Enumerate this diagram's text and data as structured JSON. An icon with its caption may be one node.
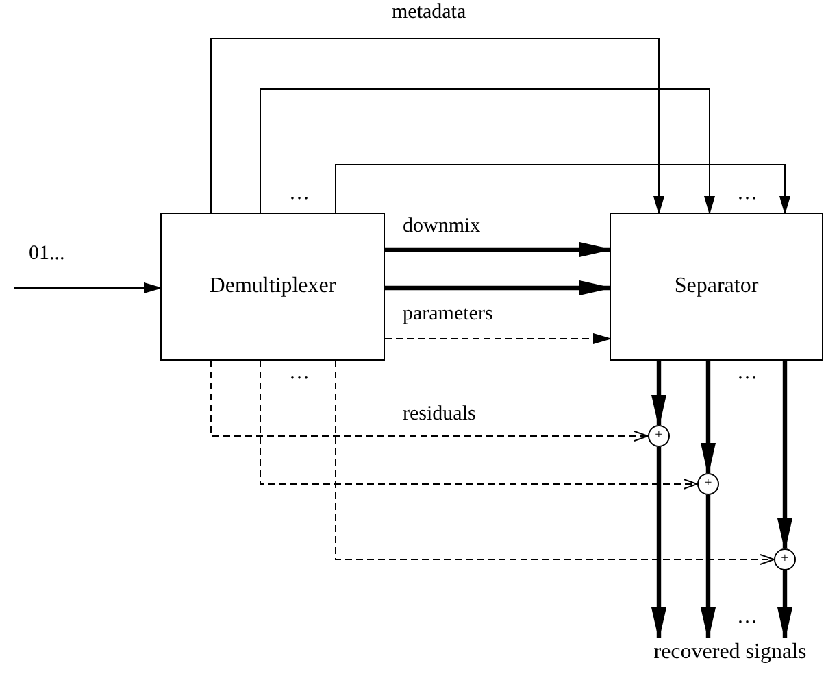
{
  "diagram": {
    "nodes": [
      {
        "text": [
          "Demultiplexer"
        ]
      },
      {
        "text": [
          "Separator"
        ]
      },
      {
        "text": [
          "+"
        ]
      },
      {
        "text": [
          "+"
        ]
      },
      {
        "text": [
          "+"
        ]
      },
      {
        "text": [
          "recovered signals"
        ]
      }
    ],
    "edges": [
      {
        "from": null,
        "to": 0,
        "arrow": "to",
        "label": "01..."
      },
      {
        "from": 0,
        "to": 1,
        "arrow": "to",
        "label": "metadata"
      },
      {
        "from": 0,
        "to": 1,
        "arrow": "to"
      },
      {
        "from": 0,
        "to": 1,
        "arrow": "to"
      },
      {
        "from": 0,
        "to": 1,
        "arrow": "to",
        "label": "downmix",
        "style": "thick"
      },
      {
        "from": 0,
        "to": 1,
        "arrow": "to",
        "style": "thick"
      },
      {
        "from": 0,
        "to": 1,
        "arrow": "to",
        "label": "parameters",
        "style": "dashed"
      },
      {
        "from": 0,
        "to": 2,
        "arrow": "to",
        "label": "residuals",
        "style": "dashed"
      },
      {
        "from": 0,
        "to": 3,
        "arrow": "to",
        "style": "dashed"
      },
      {
        "from": 0,
        "to": 4,
        "arrow": "to",
        "style": "dashed"
      },
      {
        "from": 1,
        "to": 2,
        "arrow": "to",
        "style": "thick"
      },
      {
        "from": 1,
        "to": 3,
        "arrow": "to",
        "style": "thick"
      },
      {
        "from": 1,
        "to": 4,
        "arrow": "to",
        "style": "thick"
      },
      {
        "from": 2,
        "to": 5,
        "arrow": "to",
        "style": "thick"
      },
      {
        "from": 3,
        "to": 5,
        "arrow": "to",
        "style": "thick"
      },
      {
        "from": 4,
        "to": 5,
        "arrow": "to",
        "style": "thick"
      }
    ],
    "labels": [
      "…",
      "…",
      "…",
      "…",
      "…"
    ]
  }
}
